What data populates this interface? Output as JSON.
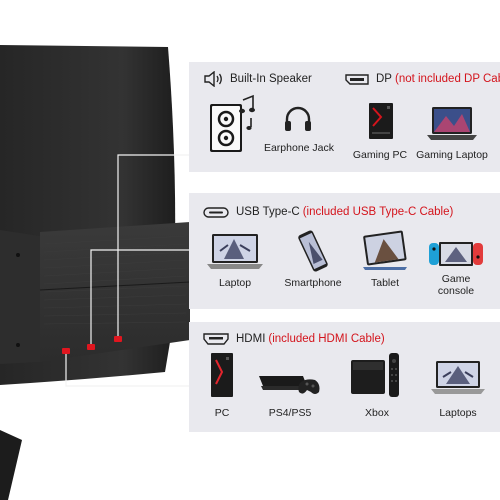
{
  "speaker_panel": {
    "speaker": {
      "icon": "speaker-icon",
      "title": "Built-In Speaker"
    },
    "earphone": {
      "icon": "headphones-icon",
      "label": "Earphone Jack"
    },
    "dp": {
      "icon": "displayport-icon",
      "title": "DP",
      "note": "(not included DP Cable)",
      "devices": [
        {
          "icon": "gaming-pc-icon",
          "label": "Gaming PC"
        },
        {
          "icon": "gaming-laptop-icon",
          "label": "Gaming Laptop"
        }
      ]
    }
  },
  "usbc_panel": {
    "icon": "usb-c-icon",
    "title": "USB Type-C",
    "note": "(included USB Type-C Cable)",
    "devices": [
      {
        "icon": "laptop-icon",
        "label": "Laptop"
      },
      {
        "icon": "smartphone-icon",
        "label": "Smartphone"
      },
      {
        "icon": "tablet-icon",
        "label": "Tablet"
      },
      {
        "icon": "game-console-icon",
        "label_line1": "Game",
        "label_line2": "console"
      }
    ]
  },
  "hdmi_panel": {
    "icon": "hdmi-icon",
    "title": "HDMI",
    "note": "(included HDMI Cable)",
    "devices": [
      {
        "icon": "pc-tower-icon",
        "label": "PC"
      },
      {
        "icon": "ps4-ps5-icon",
        "label": "PS4/PS5"
      },
      {
        "icon": "xbox-icon",
        "label": "Xbox"
      },
      {
        "icon": "laptops-icon",
        "label": "Laptops"
      }
    ]
  },
  "colors": {
    "panel_bg": "#e9e9ee",
    "accent_red": "#d4141c",
    "monitor_dark": "#2b2b2b"
  }
}
